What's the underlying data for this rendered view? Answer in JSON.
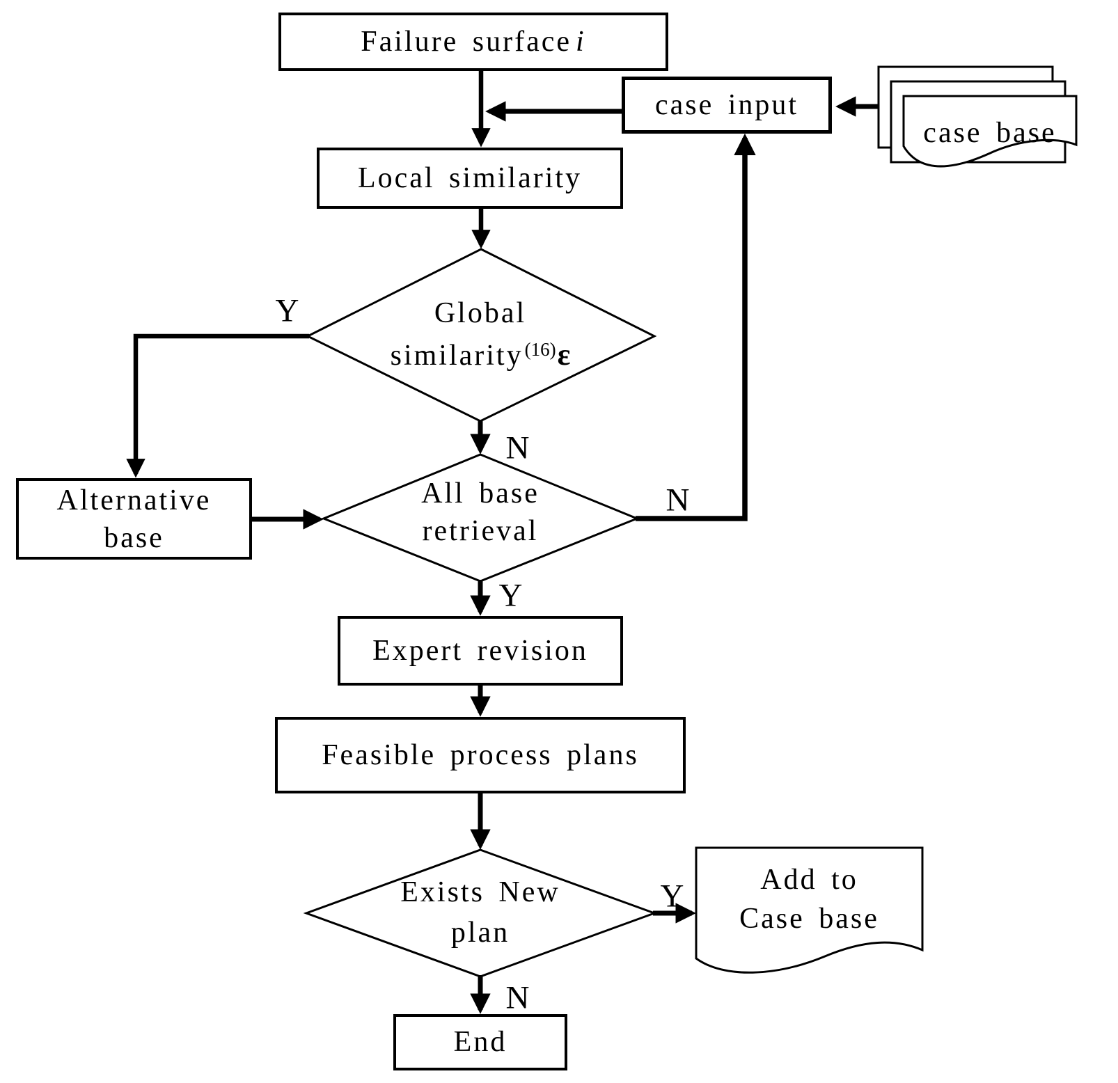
{
  "figure": {
    "type": "flowchart",
    "nodes": {
      "failure_surface": {
        "label": "Failure surface",
        "variable": "i"
      },
      "case_input": {
        "label": "case input"
      },
      "case_base": {
        "label": "case base"
      },
      "local_similarity": {
        "label": "Local similarity"
      },
      "global_similarity": {
        "line1": "Global",
        "line2": "similarity",
        "equation_ref": "(16)",
        "symbol": "ε"
      },
      "alternative_base": {
        "line1": "Alternative",
        "line2": "base"
      },
      "all_base_retrieval": {
        "line1": "All base",
        "line2": "retrieval"
      },
      "expert_revision": {
        "label": "Expert revision"
      },
      "feasible_process_plans": {
        "label": "Feasible process plans"
      },
      "exists_new_plan": {
        "line1": "Exists New",
        "line2": "plan"
      },
      "add_to_case_base": {
        "line1": "Add to",
        "line2": "Case base"
      },
      "end": {
        "label": "End"
      }
    },
    "branch_labels": {
      "global_similarity_yes": "Y",
      "global_similarity_no": "N",
      "all_base_retrieval_no": "N",
      "all_base_retrieval_yes": "Y",
      "exists_new_plan_yes": "Y",
      "exists_new_plan_no": "N"
    },
    "colors": {
      "ink": "#000000",
      "paper": "#ffffff"
    }
  }
}
